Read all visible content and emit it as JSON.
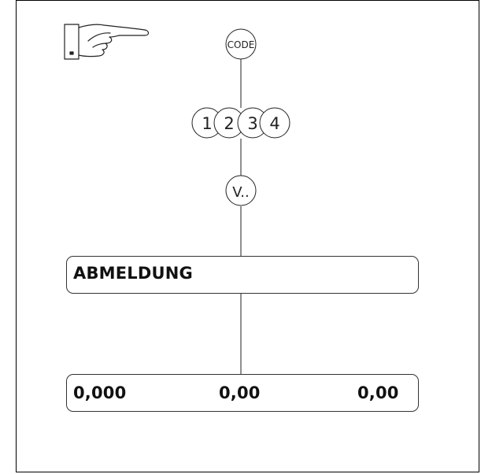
{
  "keys": {
    "code": "CODE",
    "digits": [
      "1",
      "2",
      "3",
      "4"
    ],
    "v": "V.."
  },
  "display1": {
    "text": "ABMELDUNG"
  },
  "display2": {
    "values": [
      "0,000",
      "0,00",
      "0,00"
    ]
  },
  "icons": {
    "pointer": "pointing-hand-icon"
  }
}
